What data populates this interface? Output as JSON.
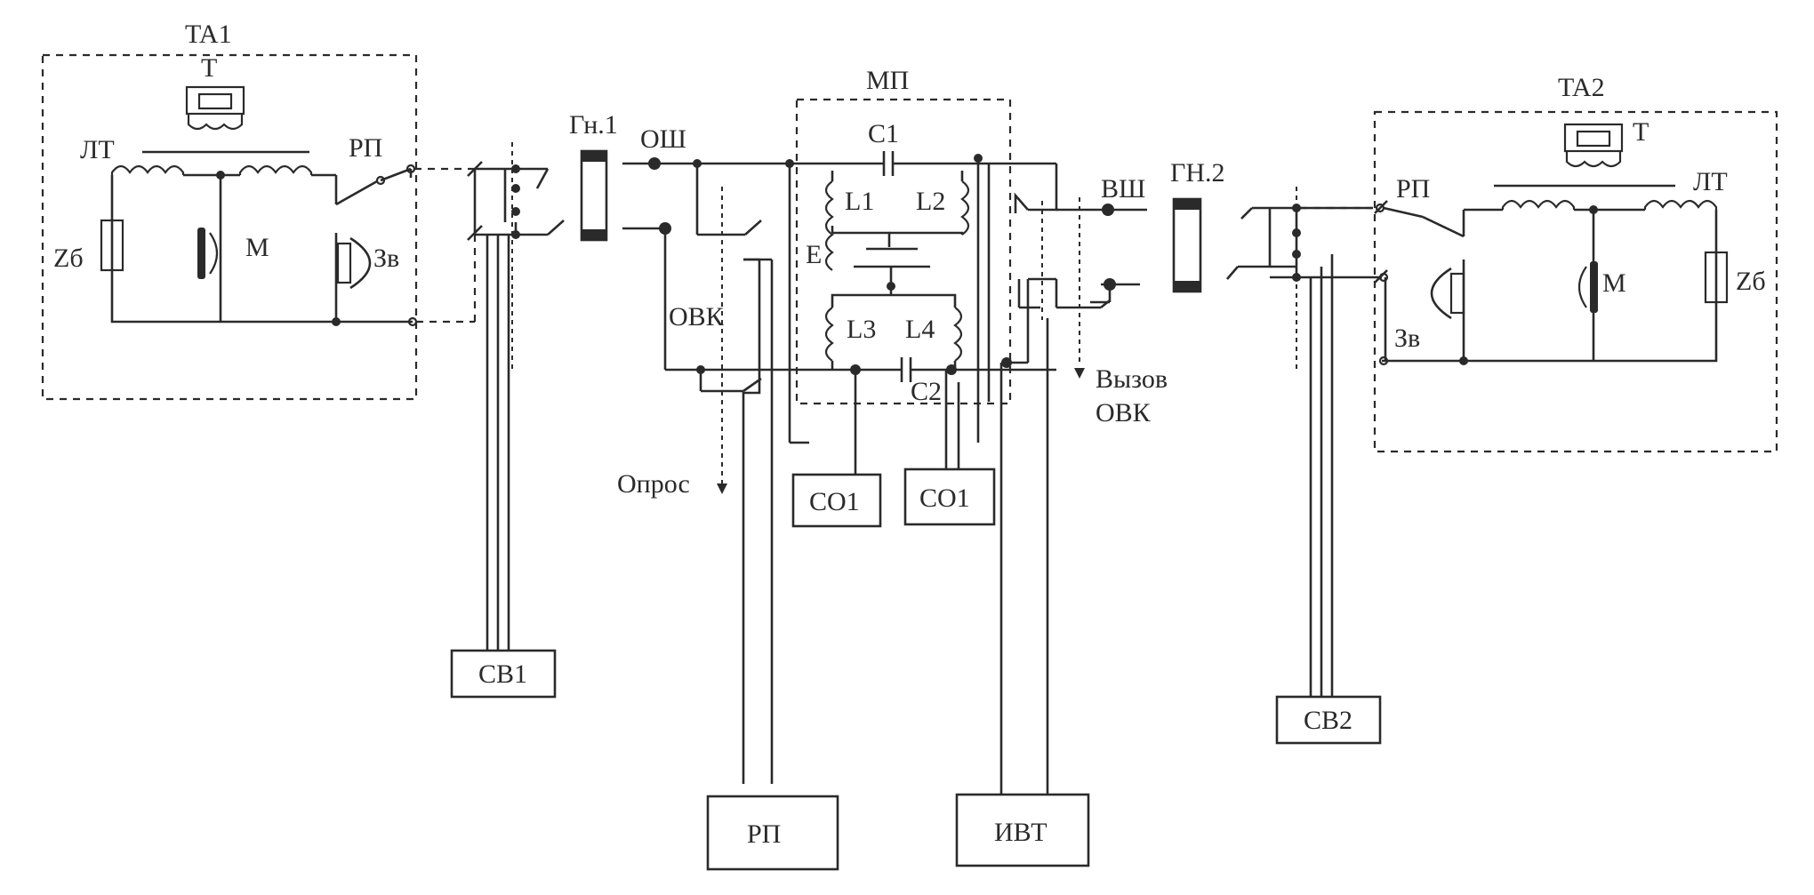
{
  "labels": {
    "ta1": "TA1",
    "ta2": "TA2",
    "t": "T",
    "lt": "ЛТ",
    "rp": "РП",
    "m": "М",
    "zv": "Зв",
    "zb": "Zб",
    "gn1": "Гн.1",
    "gn2": "ГН.2",
    "osh": "ОШ",
    "vsh": "ВШ",
    "mp": "МП",
    "c1": "С1",
    "c2": "С2",
    "l1": "L1",
    "l2": "L2",
    "l3": "L3",
    "l4": "L4",
    "e": "Е",
    "ovk": "ОВК",
    "opros": "Опрос",
    "vyzov_line1": "Вызов",
    "vyzov_line2": "ОВК"
  },
  "blocks": {
    "cb1": "СВ1",
    "cb2": "СВ2",
    "co1_left": "СО1",
    "co1_right": "СО1",
    "rp": "РП",
    "ivt": "ИВТ"
  }
}
